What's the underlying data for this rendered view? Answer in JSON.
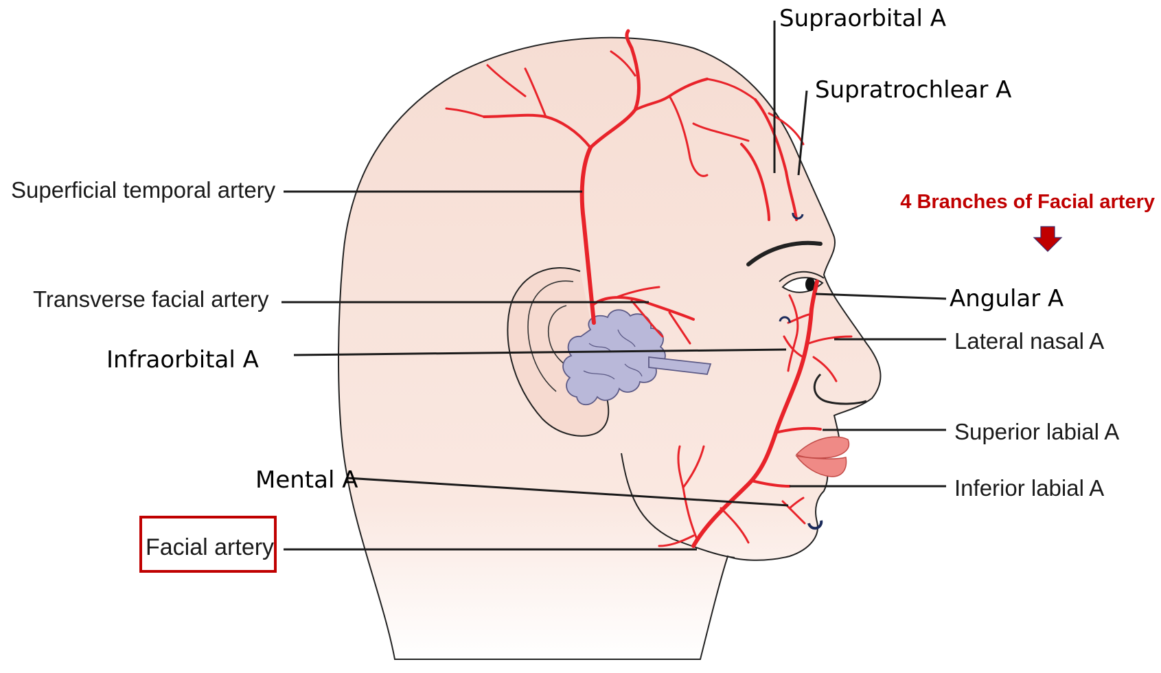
{
  "labels": {
    "supraorbital": "Supraorbital A",
    "supratrochlear": "Supratrochlear A",
    "superficial_temporal": "Superficial temporal artery",
    "transverse_facial": "Transverse facial artery",
    "infraorbital": "Infraorbital A",
    "mental": "Mental A",
    "facial": "Facial artery",
    "angular": "Angular A",
    "lateral_nasal": "Lateral nasal A",
    "superior_labial": "Superior labial A",
    "inferior_labial": "Inferior labial A"
  },
  "annotation": {
    "title": "4 Branches of Facial artery"
  },
  "colors": {
    "artery": "#e8232a",
    "skin": "#f7dfd6",
    "gland": "#b9b8d9",
    "highlight_box": "#c00000",
    "arrow": "#c00000",
    "lips": "#ef8a86"
  }
}
